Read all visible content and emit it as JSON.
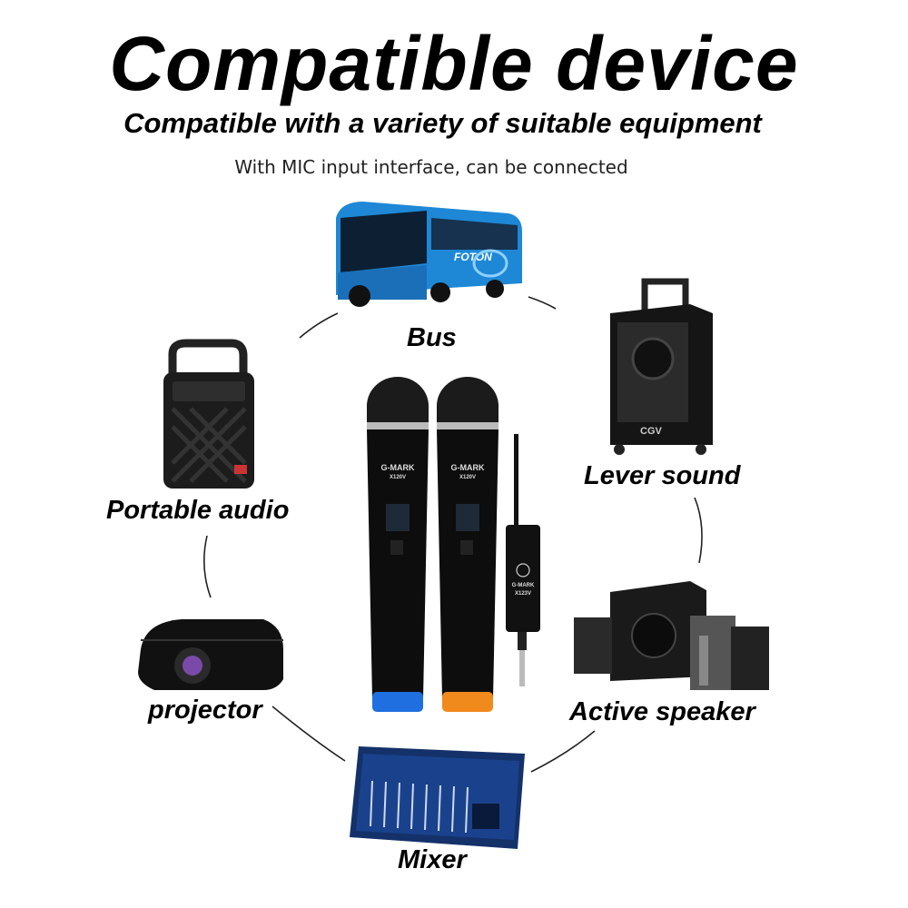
{
  "header": {
    "title": "Compatible device",
    "subtitle": "Compatible with a variety of suitable equipment",
    "note": "With MIC input interface, can be connected"
  },
  "devices": [
    {
      "label": "Bus",
      "icon": "bus-icon"
    },
    {
      "label": "Lever sound",
      "icon": "trolley-speaker-icon"
    },
    {
      "label": "Portable audio",
      "icon": "portable-speaker-icon"
    },
    {
      "label": "projector",
      "icon": "projector-icon"
    },
    {
      "label": "Active speaker",
      "icon": "speaker-system-icon"
    },
    {
      "label": "Mixer",
      "icon": "mixer-icon"
    }
  ],
  "product": {
    "brand": "G-MARK",
    "mic_model": "X120V",
    "receiver_model": "X123V",
    "bus_text": "FOTON",
    "speaker_text": "CGV",
    "mic_ring_colors": [
      "#1f6fe0",
      "#f08a1c"
    ],
    "bus_color": "#1e88d6"
  }
}
